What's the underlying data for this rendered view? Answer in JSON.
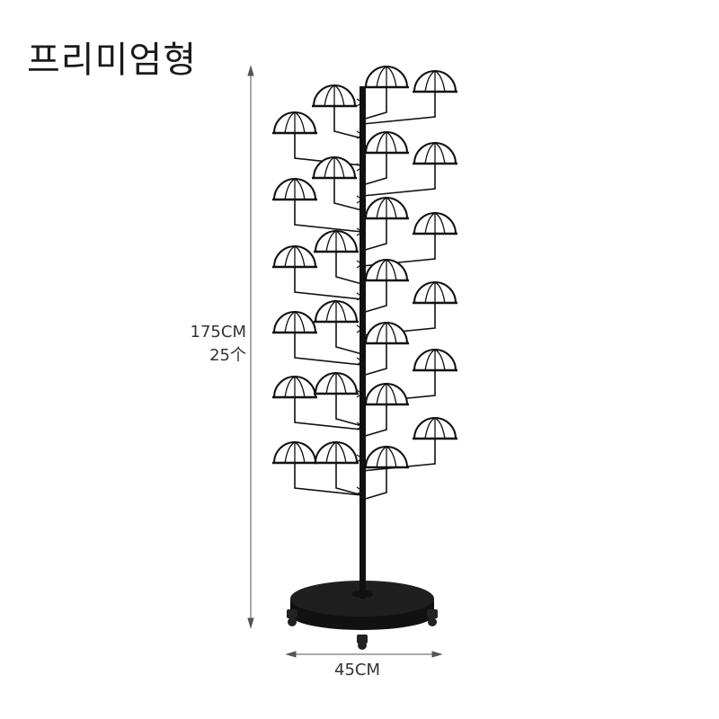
{
  "title": "프리미엄형",
  "dimensions": {
    "height": "175CM",
    "count": "25个",
    "width": "45CM"
  },
  "product": {
    "hat_holders": 25,
    "color": "#111111"
  }
}
